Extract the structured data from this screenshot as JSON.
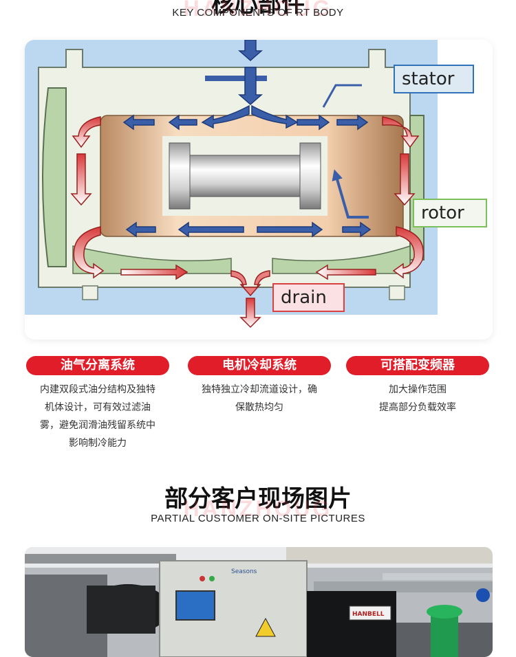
{
  "top_section": {
    "title_cut": "核心部件",
    "watermark": "HANZHOUG",
    "subtitle": "KEY COMPONENTS OF RT BODY"
  },
  "diagram": {
    "labels": {
      "stator": "stator",
      "rotor": "rotor",
      "drain": "drain"
    },
    "colors": {
      "cooling_arrow": "#3a5ea8",
      "oil_arrow": "#e05a5a",
      "housing": "#eef1e6",
      "background": "#bcd8f0"
    }
  },
  "features": [
    {
      "title": "油气分离系统",
      "text": "内建双段式油分结构及独特机体设计，可有效过滤油雾，避免润滑油残留系统中影响制冷能力"
    },
    {
      "title": "电机冷却系统",
      "text": "独特独立冷却流道设计，确保散热均匀"
    },
    {
      "title": "可搭配变频器",
      "text": "加大操作范围\n提高部分负载效率"
    }
  ],
  "customer_section": {
    "title": "部分客户现场图片",
    "watermark": "HANZHOUG",
    "subtitle": "PARTIAL CUSTOMER ON-SITE PICTURES"
  },
  "photo": {
    "panel_brand": "Seasons",
    "unit_brand": "HANBELL"
  }
}
